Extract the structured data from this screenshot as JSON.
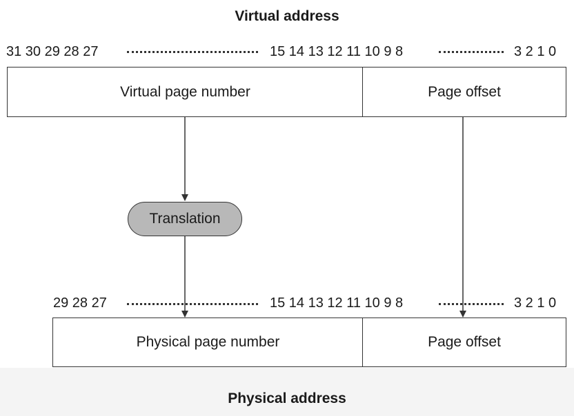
{
  "virtual": {
    "title": "Virtual address",
    "bits_high": "31 30 29 28 27",
    "bits_mid": "15 14 13 12 11 10 9 8",
    "bits_low": "3 2 1 0",
    "page_number_label": "Virtual page number",
    "offset_label": "Page offset"
  },
  "translation": {
    "label": "Translation",
    "fill": "#b8b8b8"
  },
  "physical": {
    "title": "Physical address",
    "bits_high": "29 28 27",
    "bits_mid": "15 14 13 12 11 10 9 8",
    "bits_low": "3 2 1 0",
    "page_number_label": "Physical page number",
    "offset_label": "Page offset"
  }
}
